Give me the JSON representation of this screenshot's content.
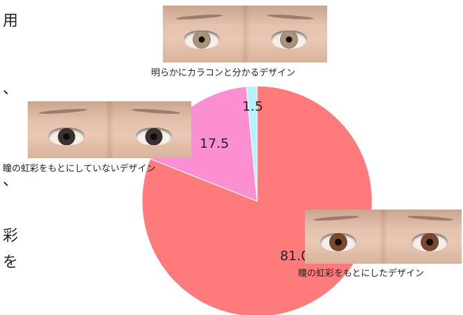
{
  "side_text": [
    "用",
    "、",
    "、",
    "彩",
    "を"
  ],
  "colors": {
    "main": "#ff7b7b",
    "mid": "#fb8fd1",
    "small": "#b3f3fb",
    "wedge_stroke": "#ffffff"
  },
  "chart_data": {
    "type": "pie",
    "title": "",
    "start_angle_deg": 0,
    "slices": [
      {
        "label": "瞳の虹彩をもとにしたデザイン",
        "value": 81.0,
        "value_label": "81.0",
        "color": "#ff7b7b"
      },
      {
        "label": "瞳の虹彩をもとにしていないデザイン",
        "value": 17.5,
        "value_label": "17.5",
        "color": "#fb8fd1"
      },
      {
        "label": "明らかにカラコンと分かるデザイン",
        "value": 1.5,
        "value_label": "1.5",
        "color": "#b3f3fb"
      }
    ]
  },
  "photos": [
    {
      "name": "photo-iris-design",
      "caption": "瞳の虹彩をもとにしたデザイン",
      "iris": "#7a4a30",
      "ring": "#3b2013"
    },
    {
      "name": "photo-non-iris-design",
      "caption": "瞳の虹彩をもとにしていないデザイン",
      "iris": "#3a3130",
      "ring": "#151010"
    },
    {
      "name": "photo-obvious-colorlens",
      "caption": "明らかにカラコンと分かるデザイン",
      "iris": "#a8947c",
      "ring": "#463a2e"
    }
  ]
}
